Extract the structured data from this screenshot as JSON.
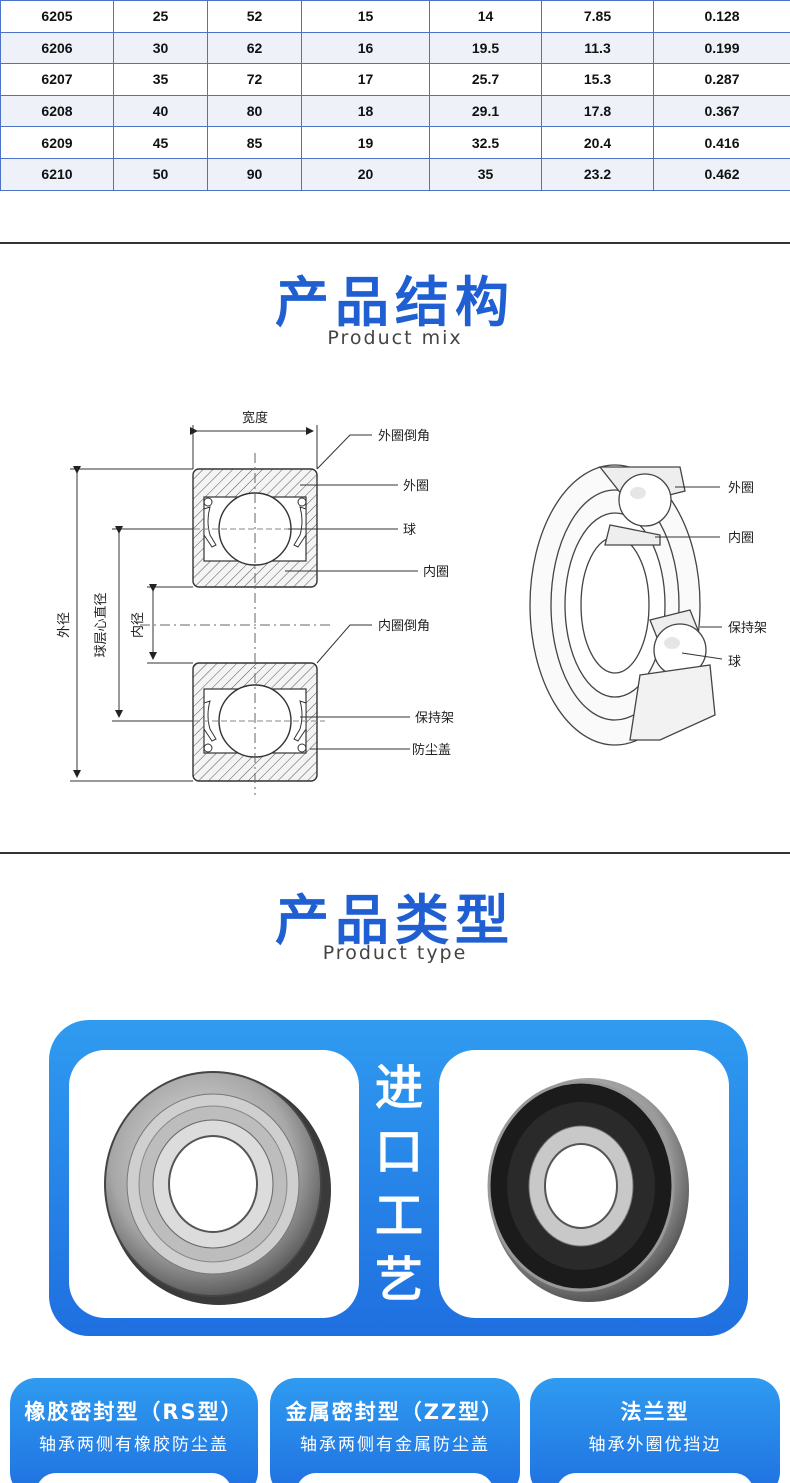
{
  "spec_table": {
    "rows": [
      [
        "6205",
        "25",
        "52",
        "15",
        "14",
        "7.85",
        "0.128"
      ],
      [
        "6206",
        "30",
        "62",
        "16",
        "19.5",
        "11.3",
        "0.199"
      ],
      [
        "6207",
        "35",
        "72",
        "17",
        "25.7",
        "15.3",
        "0.287"
      ],
      [
        "6208",
        "40",
        "80",
        "18",
        "29.1",
        "17.8",
        "0.367"
      ],
      [
        "6209",
        "45",
        "85",
        "19",
        "32.5",
        "20.4",
        "0.416"
      ],
      [
        "6210",
        "50",
        "90",
        "20",
        "35",
        "23.2",
        "0.462"
      ]
    ]
  },
  "structure_section": {
    "title": "产品结构",
    "subtitle": "Product mix"
  },
  "diagram": {
    "width_label": "宽度",
    "outer_diameter_label": "外径",
    "pitch_diameter_label": "球层心直径",
    "inner_diameter_label": "内径",
    "left_labels": {
      "outer_chamfer": "外圈倒角",
      "outer_ring": "外圈",
      "ball": "球",
      "inner_ring": "内圈",
      "inner_chamfer": "内圈倒角",
      "cage": "保持架",
      "dust_cover": "防尘盖"
    },
    "right_labels": {
      "outer_ring": "外圈",
      "inner_ring": "内圈",
      "cage": "保持架",
      "ball": "球"
    }
  },
  "type_section": {
    "title": "产品类型",
    "subtitle": "Product type",
    "vertical_text": [
      "进",
      "口",
      "工",
      "艺"
    ]
  },
  "type_labels": [
    {
      "title": "橡胶密封型（RS型）",
      "desc": "轴承两侧有橡胶防尘盖"
    },
    {
      "title": "金属密封型（ZZ型）",
      "desc": "轴承两侧有金属防尘盖"
    },
    {
      "title": "法兰型",
      "desc": "轴承外圈优挡边"
    }
  ],
  "colors": {
    "accent": "#1f5fd1",
    "table_border": "#4a73c9",
    "panel_blue": "#2f8ff0"
  }
}
